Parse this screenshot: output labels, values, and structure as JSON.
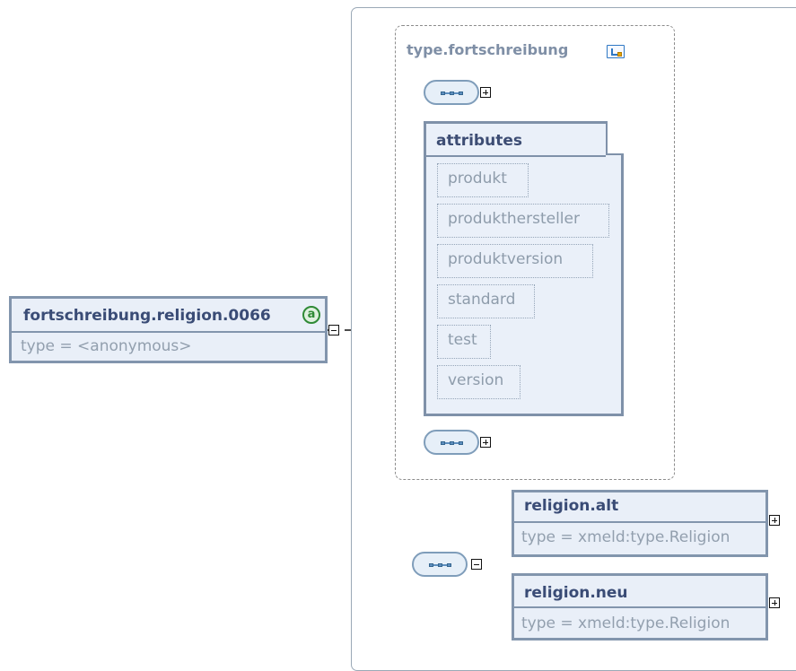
{
  "diagram": {
    "root": {
      "name": "fortschreibung.religion.0066",
      "type": "type = <anonymous>",
      "badge": "a"
    },
    "type_group": {
      "title": "type.fortschreibung"
    },
    "attributes": {
      "title": "attributes",
      "items": [
        "produkt",
        "produkthersteller",
        "produktversion",
        "standard",
        "test",
        "version"
      ]
    },
    "elements": [
      {
        "name": "religion.alt",
        "type": "type = xmeld:type.Religion"
      },
      {
        "name": "religion.neu",
        "type": "type = xmeld:type.Religion"
      }
    ],
    "icons": {
      "type_icon": "complex-type-icon",
      "sequence": "sequence-compositor-icon",
      "expand": "expand-icon",
      "collapse": "collapse-icon",
      "attribute": "attribute-icon"
    },
    "colors": {
      "box_border": "#8295ad",
      "box_fill": "#e9eff8",
      "title_text": "#3a4c76",
      "muted_text": "#929fae",
      "dashed_border": "#8c8c8c",
      "attribute_badge": "#2f8a36"
    }
  }
}
